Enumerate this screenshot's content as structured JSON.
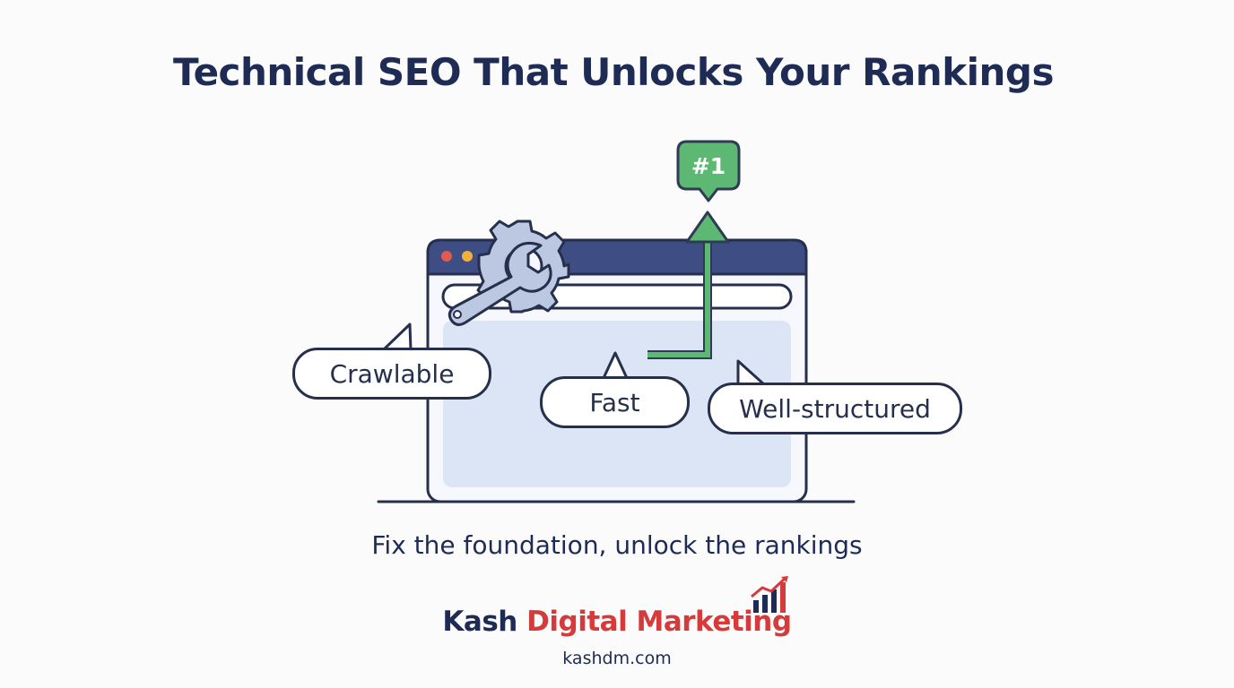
{
  "headline": "Technical SEO That Unlocks Your Rankings",
  "rank_badge": "#1",
  "pills": {
    "crawlable": "Crawlable",
    "fast": "Fast",
    "well_structured": "Well-structured"
  },
  "tagline": "Fix the foundation, unlock the rankings",
  "brand": {
    "name_part1": "Kash",
    "name_part2": "Digital Marketing",
    "website": "kashdm.com"
  },
  "icons": [
    "wrench-icon",
    "gear-icon",
    "up-arrow-icon",
    "bar-chart-icon"
  ],
  "colors": {
    "navy": "#1e2b55",
    "green": "#5cb872",
    "red": "#d63a3a",
    "window_fill": "#dfe8f8",
    "browser_bar": "#3f4d85"
  }
}
